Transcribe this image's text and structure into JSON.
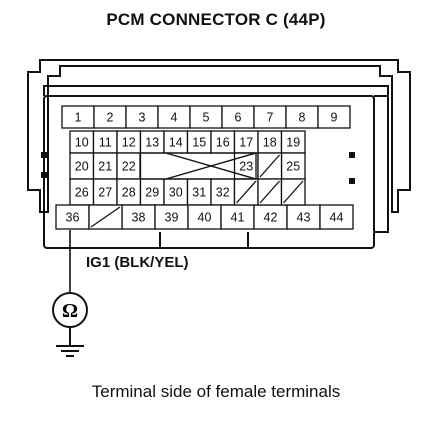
{
  "diagram": {
    "title": "PCM CONNECTOR C (44P)",
    "wire_label": "IG1 (BLK/YEL)",
    "caption": "Terminal side of female terminals",
    "meter_symbol": "Ω",
    "ground_icon": "ground-icon",
    "pins": [
      {
        "row": 0,
        "col": 0,
        "label": "1"
      },
      {
        "row": 0,
        "col": 1,
        "label": "2"
      },
      {
        "row": 0,
        "col": 2,
        "label": "3"
      },
      {
        "row": 0,
        "col": 3,
        "label": "4"
      },
      {
        "row": 0,
        "col": 4,
        "label": "5"
      },
      {
        "row": 0,
        "col": 5,
        "label": "6"
      },
      {
        "row": 0,
        "col": 6,
        "label": "7"
      },
      {
        "row": 0,
        "col": 7,
        "label": "8"
      },
      {
        "row": 0,
        "col": 8,
        "label": "9"
      },
      {
        "row": 1,
        "col": 0,
        "label": "10"
      },
      {
        "row": 1,
        "col": 1,
        "label": "11"
      },
      {
        "row": 1,
        "col": 2,
        "label": "12"
      },
      {
        "row": 1,
        "col": 3,
        "label": "13"
      },
      {
        "row": 1,
        "col": 4,
        "label": "14"
      },
      {
        "row": 1,
        "col": 5,
        "label": "15"
      },
      {
        "row": 1,
        "col": 6,
        "label": "16"
      },
      {
        "row": 1,
        "col": 7,
        "label": "17"
      },
      {
        "row": 1,
        "col": 8,
        "label": "18"
      },
      {
        "row": 1,
        "col": 9,
        "label": "19"
      },
      {
        "row": 2,
        "col": 0,
        "label": "20"
      },
      {
        "row": 2,
        "col": 1,
        "label": "21"
      },
      {
        "row": 2,
        "col": 2,
        "label": "22"
      },
      {
        "row": 2,
        "col": 7,
        "label": "23"
      },
      {
        "row": 2,
        "col": 9,
        "label": "25"
      },
      {
        "row": 3,
        "col": 0,
        "label": "26"
      },
      {
        "row": 3,
        "col": 1,
        "label": "27"
      },
      {
        "row": 3,
        "col": 2,
        "label": "28"
      },
      {
        "row": 3,
        "col": 3,
        "label": "29"
      },
      {
        "row": 3,
        "col": 4,
        "label": "30"
      },
      {
        "row": 3,
        "col": 5,
        "label": "31"
      },
      {
        "row": 3,
        "col": 6,
        "label": "32"
      },
      {
        "row": 4,
        "col": 0,
        "label": "36"
      },
      {
        "row": 4,
        "col": 2,
        "label": "38"
      },
      {
        "row": 4,
        "col": 3,
        "label": "39"
      },
      {
        "row": 4,
        "col": 4,
        "label": "40"
      },
      {
        "row": 4,
        "col": 5,
        "label": "41"
      },
      {
        "row": 4,
        "col": 6,
        "label": "42"
      },
      {
        "row": 4,
        "col": 7,
        "label": "43"
      },
      {
        "row": 4,
        "col": 8,
        "label": "44"
      }
    ],
    "empty_cells": [
      {
        "row": 2,
        "col": 8
      },
      {
        "row": 3,
        "col": 7
      },
      {
        "row": 3,
        "col": 8
      },
      {
        "row": 3,
        "col": 9
      },
      {
        "row": 4,
        "col": 1
      }
    ],
    "tested_pin": "36"
  }
}
